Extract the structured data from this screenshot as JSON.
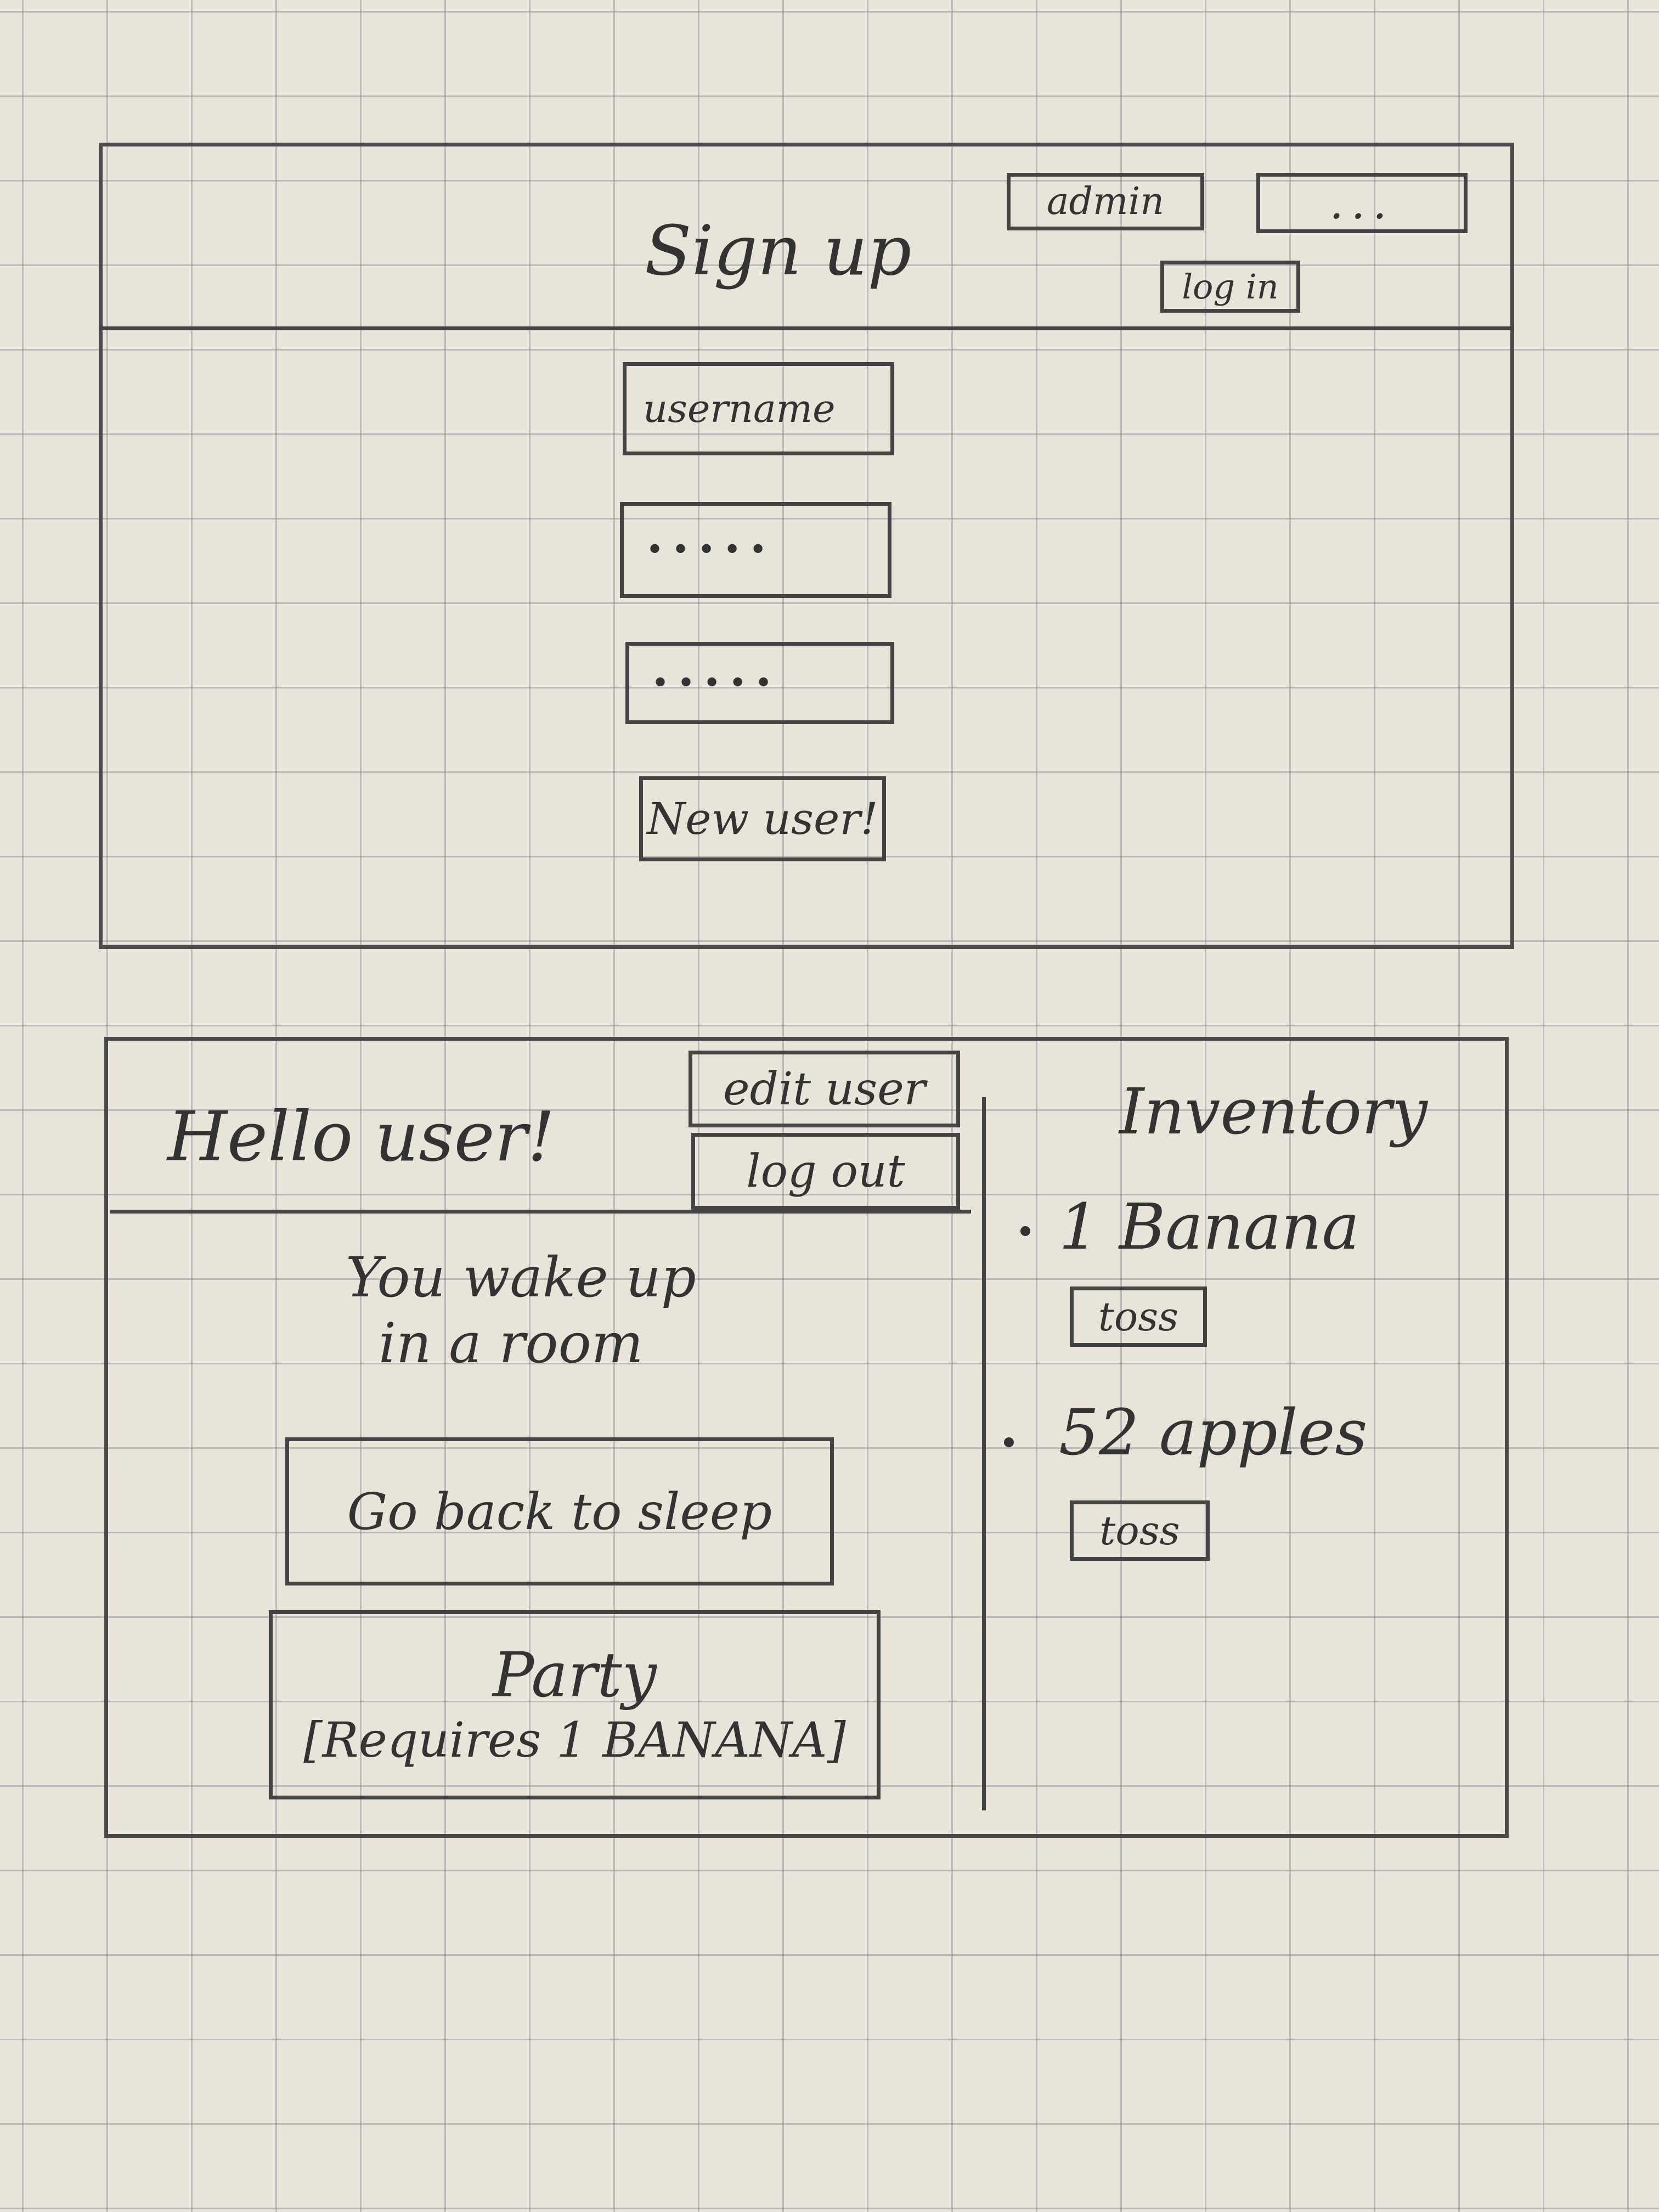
{
  "signup_screen": {
    "title": "Sign up",
    "admin_field": "admin",
    "password_field": "...",
    "login_button": "log in",
    "username_field": "username",
    "password_input": "•••••",
    "confirm_password_input": "•••••",
    "new_user_button": "New user!"
  },
  "game_screen": {
    "greeting": "Hello user!",
    "edit_user_button": "edit user",
    "log_out_button": "log out",
    "story_line_1": "You wake up",
    "story_line_2": "in a room",
    "sleep_button": "Go back to sleep",
    "party_button_title": "Party",
    "party_button_requirement": "[Requires 1 BANANA]",
    "inventory": {
      "title": "Inventory",
      "items": [
        {
          "label": "1 Banana",
          "action": "toss"
        },
        {
          "label": "52 apples",
          "action": "toss"
        }
      ]
    }
  }
}
